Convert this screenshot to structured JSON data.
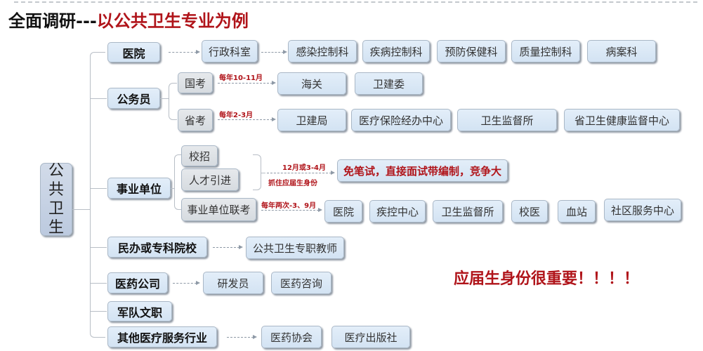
{
  "header": {
    "title_black": "全面调研---",
    "title_red": "以公共卫生专业为例"
  },
  "root": {
    "chars": [
      "公",
      "共",
      "卫",
      "生"
    ]
  },
  "branches": {
    "hospital": {
      "label": "医院",
      "sub": "行政科室",
      "leaves": [
        "感染控制科",
        "疾病控制科",
        "预防保健科",
        "质量控制科",
        "病案科"
      ]
    },
    "civil_servant": {
      "label": "公务员",
      "national": {
        "label": "国考",
        "note": "每年10-11月",
        "leaves": [
          "海关",
          "卫建委"
        ]
      },
      "provincial": {
        "label": "省考",
        "note": "每年2-3月",
        "leaves": [
          "卫建局",
          "医疗保险经办中心",
          "卫生监督所",
          "省卫生健康监督中心"
        ]
      }
    },
    "public_institution": {
      "label": "事业单位",
      "campus": "校招",
      "talent": "人才引进",
      "campus_note_top": "12月或3-4月",
      "campus_note_bottom": "抓住应届生身份",
      "campus_result": "免笔试，直接面试带编制，竞争大",
      "joint_exam": {
        "label": "事业单位联考",
        "note": "每年两次-3、9月",
        "leaves": [
          "医院",
          "疾控中心",
          "卫生监督所",
          "校医",
          "血站",
          "社区服务中心"
        ]
      }
    },
    "private_college": {
      "label": "民办或专科院校",
      "leaves": [
        "公共卫生专职教师"
      ]
    },
    "pharma": {
      "label": "医药公司",
      "leaves": [
        "研发员",
        "医药咨询"
      ]
    },
    "military": {
      "label": "军队文职"
    },
    "other": {
      "label": "其他医疗服务行业",
      "leaves": [
        "医药协会",
        "医疗出版社"
      ]
    }
  },
  "highlight": "应届生身份很重要！！！！"
}
